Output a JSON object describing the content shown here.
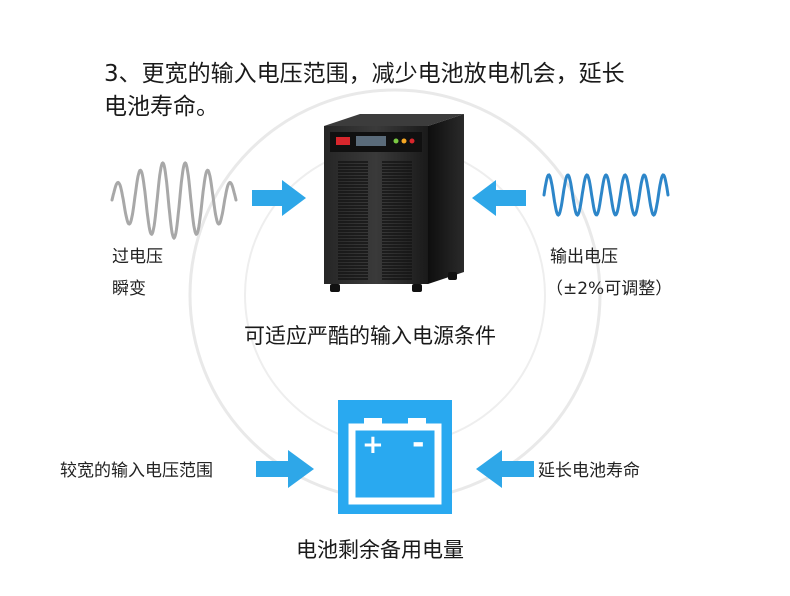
{
  "heading": {
    "line1": "3、更宽的输入电压范围，减少电池放电机会，延长",
    "line2": "电池寿命。"
  },
  "top": {
    "left_label_1": "过电压",
    "left_label_2": "瞬变",
    "right_label_1": "输出电压",
    "right_label_2": "（±2%可调整）",
    "caption": "可适应严酷的输入电源条件"
  },
  "bottom": {
    "left_label": "较宽的输入电压范围",
    "right_label": "延长电池寿命",
    "caption": "电池剩余备用电量",
    "battery_plus": "+",
    "battery_minus": "-"
  },
  "colors": {
    "arrow": "#2ea7e8",
    "battery_bg": "#29a9f0",
    "wave_gray": "#a8a8a8",
    "wave_blue": "#2d86c9",
    "ups_body": "#1c1c1c",
    "ups_accent": "#d8262c"
  },
  "icons": [
    "gray-wave-icon",
    "blue-wave-icon",
    "right-arrow-icon",
    "left-arrow-icon",
    "ups-cabinet-icon",
    "battery-icon"
  ]
}
